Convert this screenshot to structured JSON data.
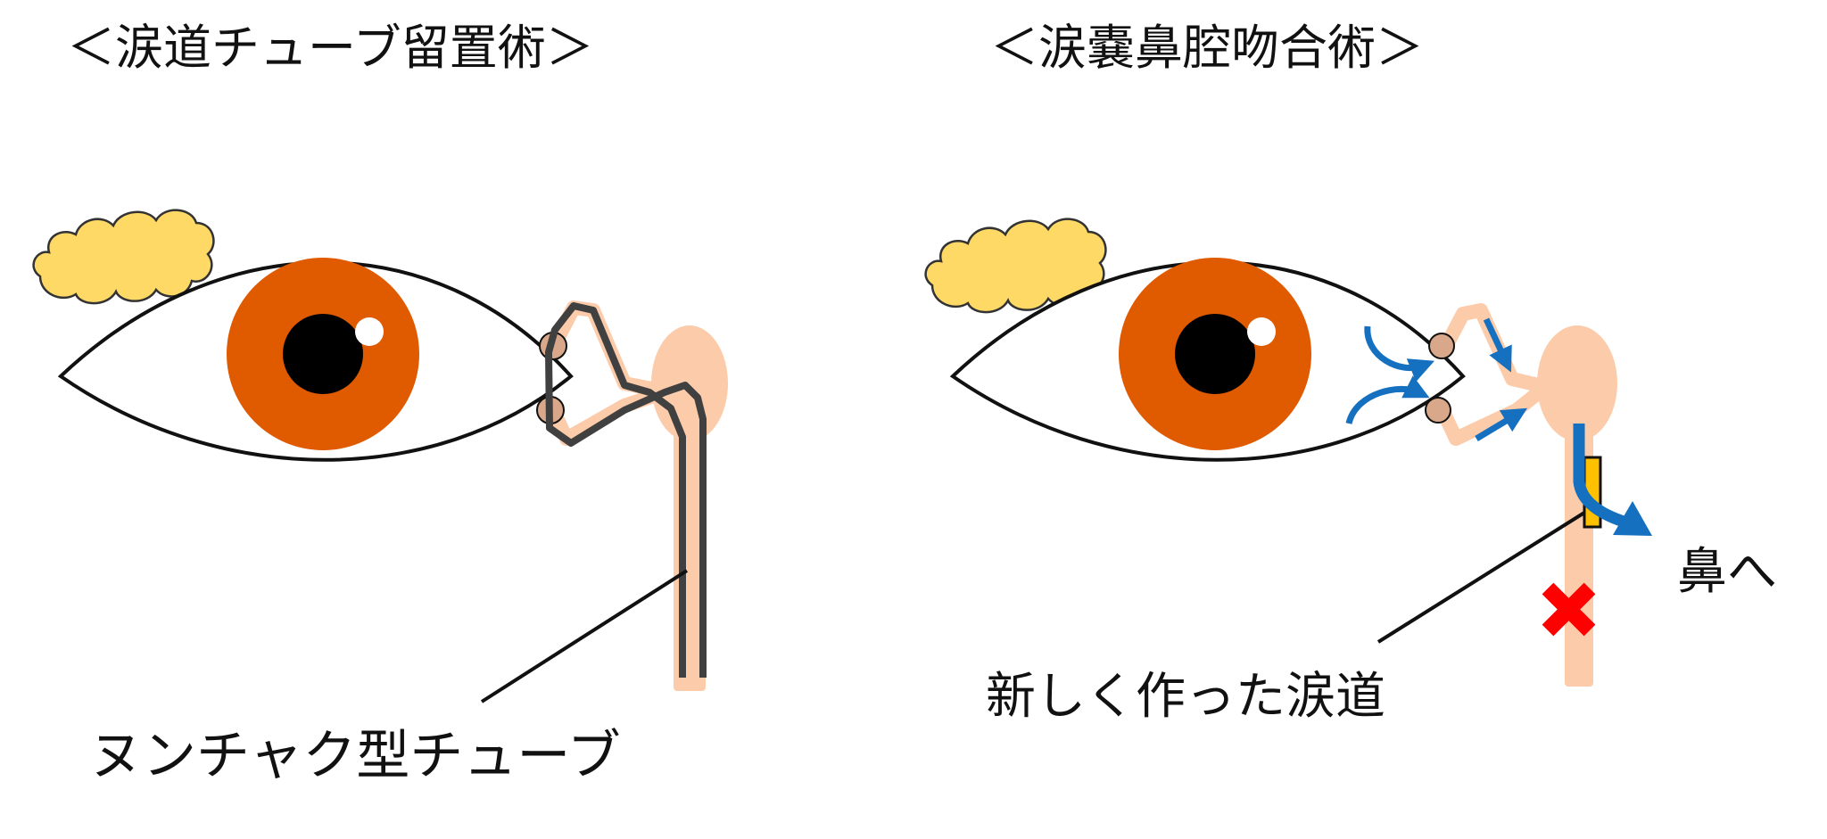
{
  "left_panel": {
    "title": "＜涙道チューブ留置術＞",
    "tube_label": "ヌンチャク型チューブ"
  },
  "right_panel": {
    "title": "＜涙嚢鼻腔吻合術＞",
    "new_duct_label": "新しく作った涙道",
    "to_nose_label": "鼻へ"
  },
  "colors": {
    "iris": "#E05A00",
    "fat": "#FFD966",
    "tissue": "#FCCBAA",
    "punctum": "#D9A88A",
    "tube": "#404040",
    "flow_arrow": "#1570BF",
    "bypass": "#FFC000",
    "blocked_mark": "#FF0000"
  }
}
